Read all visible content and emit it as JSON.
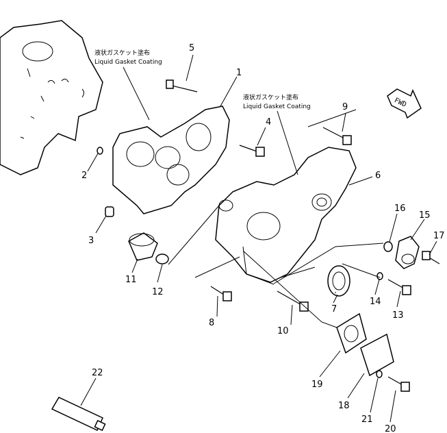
{
  "notes": {
    "note_left_jp": "液状ガスケット塗布",
    "note_left_en": "Liquid Gasket Coating",
    "note_right_jp": "液状ガスケット塗布",
    "note_right_en": "Liquid Gasket Coating"
  },
  "fwd_label": "FWD",
  "callouts": [
    "1",
    "2",
    "3",
    "4",
    "5",
    "6",
    "7",
    "8",
    "9",
    "10",
    "11",
    "12",
    "13",
    "14",
    "15",
    "16",
    "17",
    "18",
    "19",
    "20",
    "21",
    "22"
  ]
}
